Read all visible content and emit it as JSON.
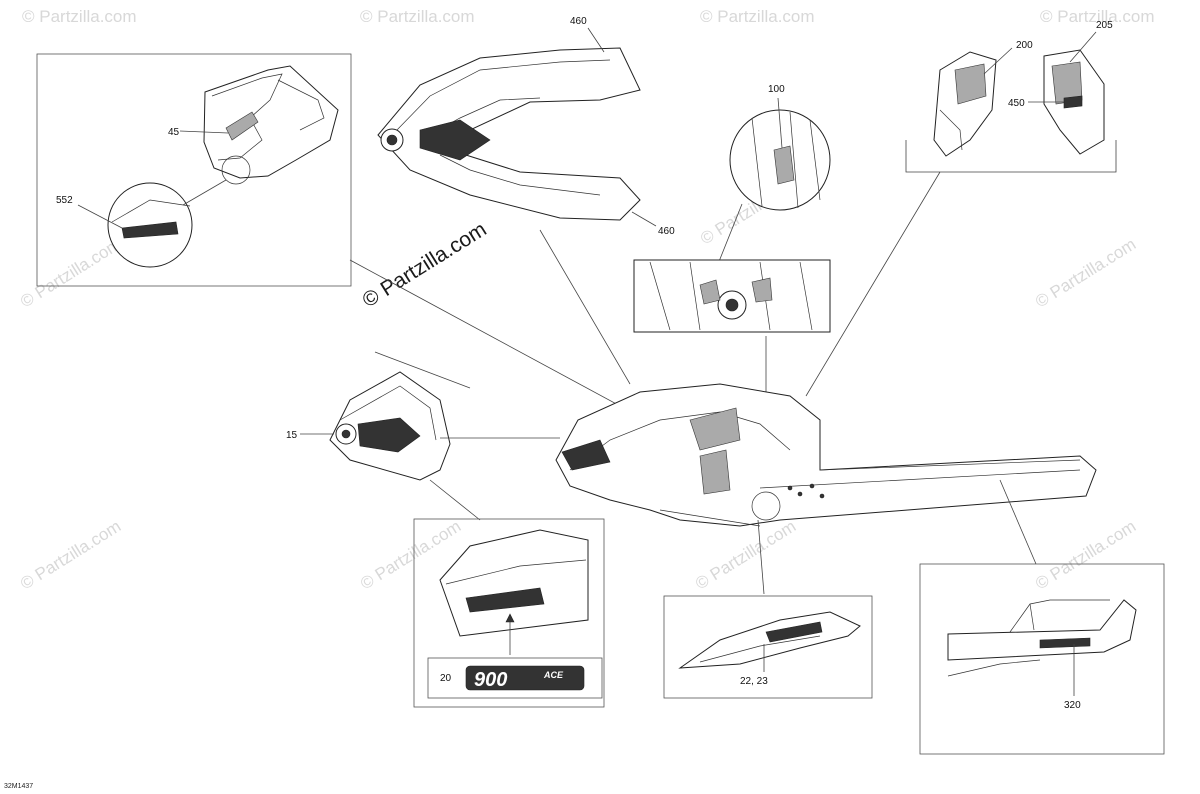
{
  "diagram": {
    "callouts": {
      "c460a": "460",
      "c460b": "460",
      "c100": "100",
      "c200": "200",
      "c205": "205",
      "c450": "450",
      "c45": "45",
      "c552": "552",
      "c15": "15",
      "c20": "20",
      "c2223": "22, 23",
      "c320": "320"
    },
    "decal_text": "900",
    "decal_sub": "ACE",
    "drawing_number": "32M1437"
  },
  "watermark": {
    "text": "© Partzilla.com",
    "main_text": "© Partzilla.com"
  }
}
